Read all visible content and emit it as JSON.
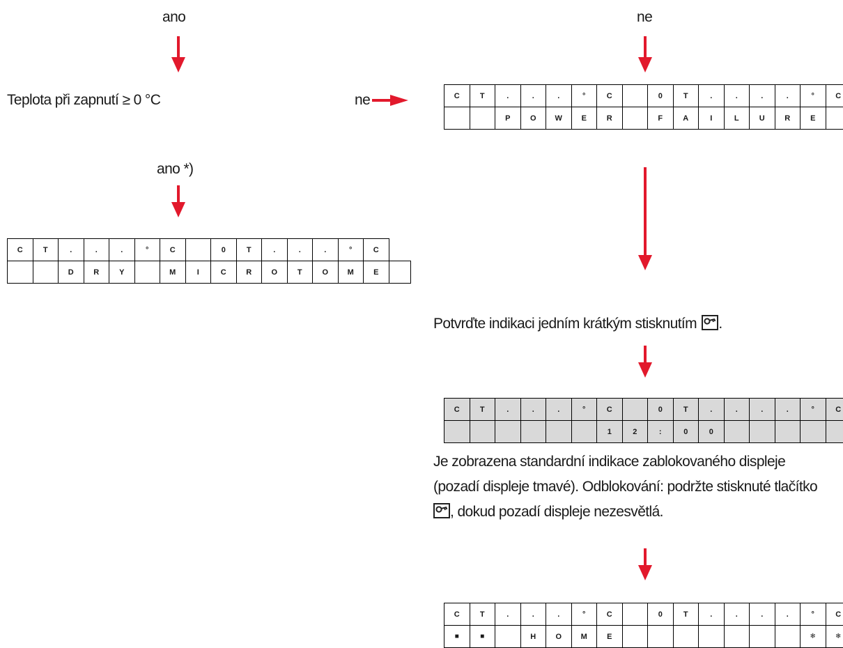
{
  "labels": {
    "ano_top": "ano",
    "ne_top": "ne",
    "temp_question": "Teplota při zapnutí ≥ 0 °C",
    "ne_right": "ne",
    "ano_star": "ano *)",
    "confirm_text": "Potvrďte indikaci jedním krátkým stisknutím",
    "confirm_end": ".",
    "info_line1": "Je zobrazena standardní indikace zablokovaného displeje",
    "info_line2": "(pozadí displeje tmavé). Odblokování: podržte stisknuté tlačítko",
    "info_line3": ", dokud pozadí displeje nezesvětlá."
  },
  "icons": {
    "key": "key-icon",
    "snowflake": "snowflake-icon",
    "block": "block-icon"
  },
  "colors": {
    "arrow": "#e2192c",
    "dark_display_bg": "#d9d9d9"
  },
  "displays": {
    "dry": {
      "row1": [
        "C",
        "T",
        ".",
        ".",
        ".",
        "°",
        "C",
        "",
        "0",
        "T",
        ".",
        ".",
        ".",
        "°",
        "C"
      ],
      "row2": [
        "",
        "",
        "D",
        "R",
        "Y",
        "",
        "M",
        "I",
        "C",
        "R",
        "O",
        "T",
        "O",
        "M",
        "E",
        ""
      ]
    },
    "power": {
      "row1": [
        "C",
        "T",
        ".",
        ".",
        ".",
        "°",
        "C",
        "",
        "0",
        "T",
        ".",
        ".",
        ".",
        ".",
        "°",
        "C"
      ],
      "row2": [
        "",
        "",
        "P",
        "O",
        "W",
        "E",
        "R",
        "",
        "F",
        "A",
        "I",
        "L",
        "U",
        "R",
        "E",
        ""
      ]
    },
    "locked": {
      "row1": [
        "C",
        "T",
        ".",
        ".",
        ".",
        "°",
        "C",
        "",
        "0",
        "T",
        ".",
        ".",
        ".",
        ".",
        "°",
        "C"
      ],
      "row2": [
        "",
        "",
        "",
        "",
        "",
        "",
        "1",
        "2",
        ":",
        "0",
        "0",
        "",
        "",
        "",
        "",
        ""
      ]
    },
    "home": {
      "row1": [
        "C",
        "T",
        ".",
        ".",
        ".",
        "°",
        "C",
        "",
        "0",
        "T",
        ".",
        ".",
        ".",
        ".",
        "°",
        "C"
      ],
      "row2": [
        "■",
        "■",
        "",
        "H",
        "O",
        "M",
        "E",
        "",
        "",
        "",
        "",
        "",
        "",
        "",
        "❄",
        "❄"
      ]
    }
  }
}
